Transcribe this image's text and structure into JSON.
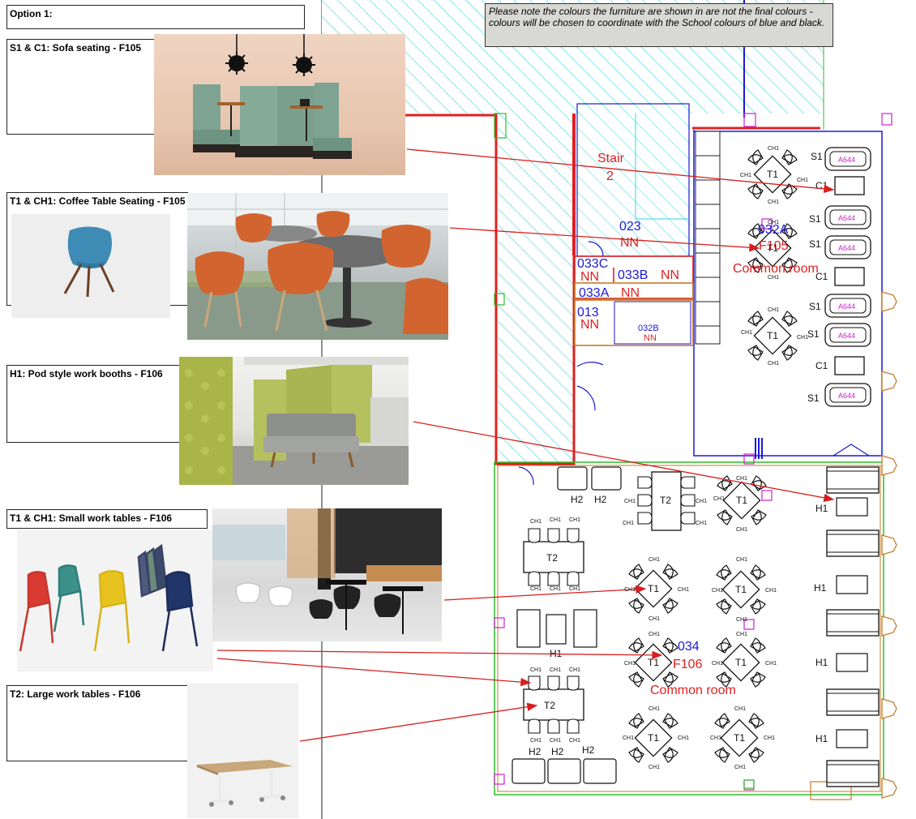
{
  "option_title": "Option 1:",
  "note": "Please note the colours the furniture are shown in are not the final colours - colours will be chosen to coordinate with the School colours of blue and black.",
  "panels": [
    {
      "label": "S1 & C1: Sofa seating - F105"
    },
    {
      "label": "T1 & CH1: Coffee Table Seating - F105"
    },
    {
      "label": "H1: Pod style work booths - F106"
    },
    {
      "label": "T1 & CH1: Small work tables - F106"
    },
    {
      "label": "T2: Large work tables - F106"
    }
  ],
  "rooms": {
    "stair_name": "Stair",
    "stair_num": "2",
    "r023": "023",
    "r033c": "033C",
    "r033b": "033B",
    "r033a": "033A",
    "r013": "013",
    "r032b": "032B",
    "nn": "NN",
    "r032a": "032A",
    "f105": "F105",
    "common_room": "Common room",
    "r034": "034",
    "f106": "F106",
    "sofa_code": "A644"
  },
  "furniture_codes": {
    "table_small": "T1",
    "table_large": "T2",
    "chair": "CH1",
    "sofa": "S1",
    "coffee": "C1",
    "booth": "H1",
    "high": "H2"
  },
  "colors": {
    "hatch": "#2fd6e6",
    "wall_red": "#e02020",
    "blue_line": "#1a1ad6",
    "green_line": "#2bbf2b",
    "magenta": "#d020d0",
    "arrow": "#d81e1e"
  }
}
